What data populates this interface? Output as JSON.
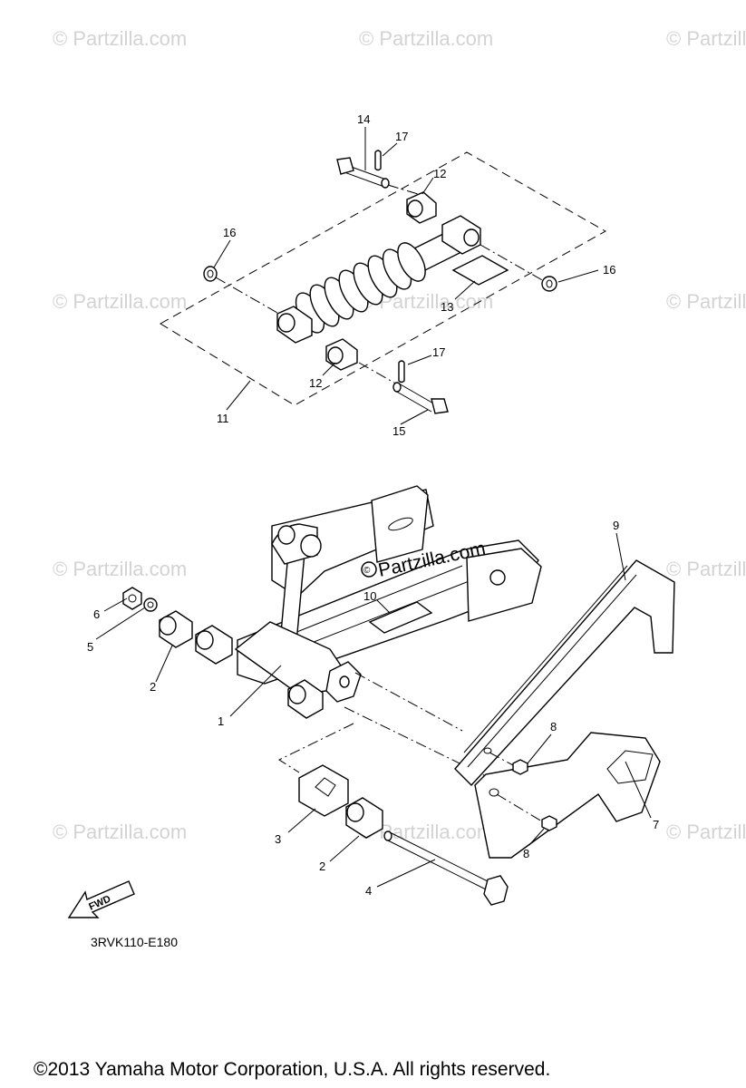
{
  "watermark": "© Partzilla.com",
  "center_watermark": "Partzilla.com",
  "diagram_code": "3RVK110-E180",
  "fwd_label": "FWD",
  "copyright": "©2013  Yamaha Motor Corporation, U.S.A. All rights reserved.",
  "callouts": [
    "1",
    "2",
    "2",
    "3",
    "4",
    "5",
    "6",
    "7",
    "8",
    "8",
    "9",
    "10",
    "11",
    "12",
    "12",
    "13",
    "14",
    "15",
    "16",
    "16",
    "17",
    "17"
  ]
}
